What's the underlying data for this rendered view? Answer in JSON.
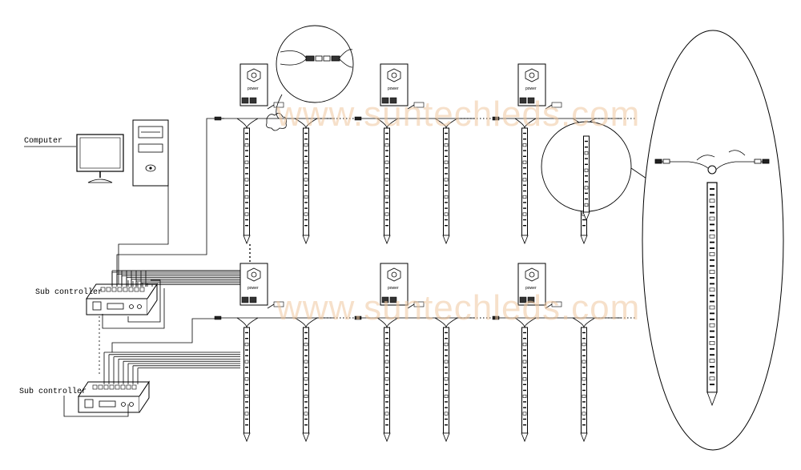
{
  "labels": {
    "computer": "Computer",
    "sub_controller_1": "Sub controller",
    "sub_controller_2": "Sub controller",
    "power_tag": "power"
  },
  "watermark": "www.suntechleds.com",
  "colors": {
    "line": "#000000",
    "watermark": "#f0c8a0",
    "wire_accent": "#e8a050"
  },
  "icons": {
    "computer": "monitor-icon",
    "pc_tower": "pc-tower-icon",
    "controller": "controller-box-icon",
    "power_supply": "power-supply-icon",
    "tube": "led-tube-icon",
    "connector": "connector-icon"
  },
  "diagram": {
    "rows": 2,
    "groups_per_row": 3,
    "tubes_per_group": 2
  }
}
